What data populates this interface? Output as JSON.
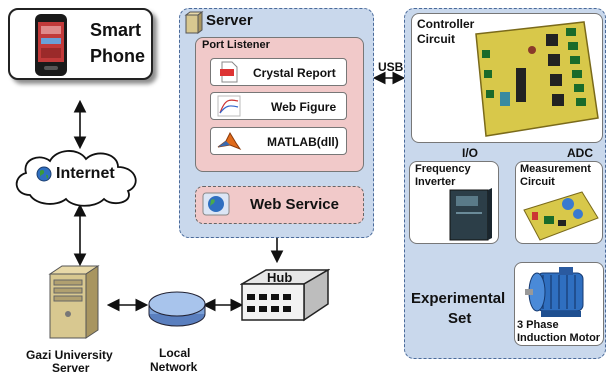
{
  "smart_phone": {
    "label_line1": "Smart",
    "label_line2": "Phone"
  },
  "internet": {
    "label": "Internet"
  },
  "server": {
    "title": "Server",
    "port_listener": {
      "title": "Port Listener",
      "items": [
        {
          "label": "Crystal Report",
          "icon": "pdf-report-icon"
        },
        {
          "label": "Web Figure",
          "icon": "line-chart-icon"
        },
        {
          "label": "MATLAB(dll)",
          "icon": "matlab-icon"
        }
      ]
    },
    "web_service": {
      "label": "Web Service",
      "icon": "globe-icon"
    }
  },
  "usb_label": "USB",
  "io_label": "I/O",
  "adc_label": "ADC",
  "controller": {
    "label_line1": "Controller",
    "label_line2": "Circuit"
  },
  "frequency_inverter": {
    "label_line1": "Frequency",
    "label_line2": "Inverter"
  },
  "measurement": {
    "label_line1": "Measurement",
    "label_line2": "Circuit"
  },
  "motor": {
    "label_line1": "3 Phase",
    "label_line2": "Induction Motor"
  },
  "experimental_set": {
    "label_line1": "Experimental",
    "label_line2": "Set"
  },
  "hub": {
    "label": "Hub"
  },
  "local_network": {
    "label_line1": "Local",
    "label_line2": "Network"
  },
  "gazi_server": {
    "label_line1": "Gazi University",
    "label_line2": "Server"
  },
  "colors": {
    "panel_blue": "#c9d8ec",
    "panel_pink": "#f1c9c9",
    "board_green": "#1a6a2a",
    "motor_blue": "#2f6fc0"
  }
}
